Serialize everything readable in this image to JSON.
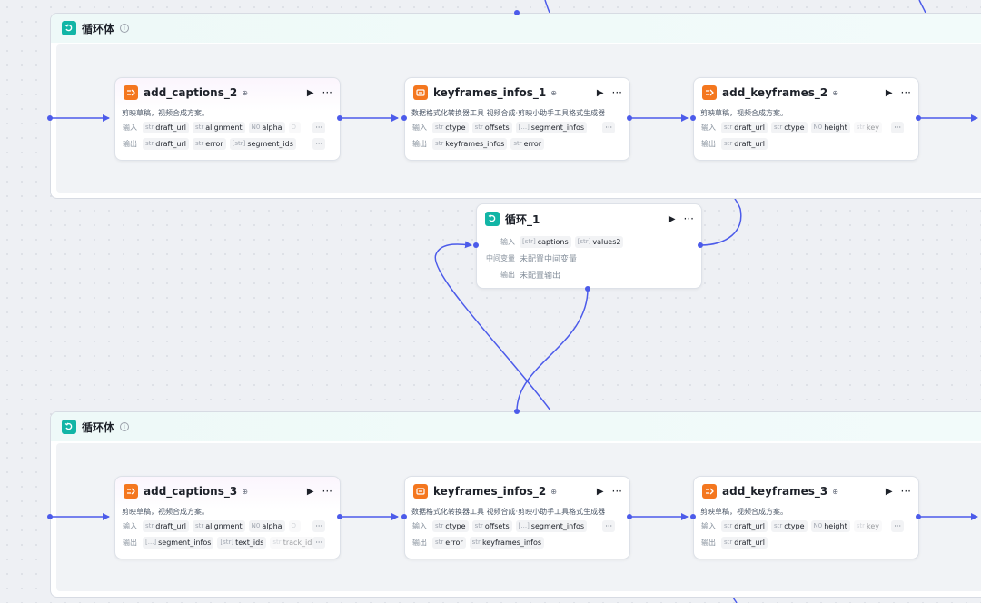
{
  "loop_bodies": [
    {
      "title": "循环体"
    },
    {
      "title": "循环体"
    }
  ],
  "nodes": {
    "add_captions_2": {
      "title": "add_captions_2",
      "desc": "剪映草稿，视频合成方案。",
      "input_label": "输入",
      "output_label": "输出",
      "inputs": [
        {
          "type": "str",
          "name": "draft_url"
        },
        {
          "type": "str",
          "name": "alignment"
        },
        {
          "type": "N0",
          "name": "alpha"
        },
        {
          "type": "O",
          "name": ""
        }
      ],
      "outputs": [
        {
          "type": "str",
          "name": "draft_url"
        },
        {
          "type": "str",
          "name": "error"
        },
        {
          "type": "[str]",
          "name": "segment_ids"
        }
      ]
    },
    "keyframes_infos_1": {
      "title": "keyframes_infos_1",
      "desc": "数据格式化转换器工具 视频合成·剪映小助手工具格式生成器",
      "input_label": "输入",
      "output_label": "输出",
      "inputs": [
        {
          "type": "str",
          "name": "ctype"
        },
        {
          "type": "str",
          "name": "offsets"
        },
        {
          "type": "[...]",
          "name": "segment_infos"
        }
      ],
      "outputs": [
        {
          "type": "str",
          "name": "keyframes_infos"
        },
        {
          "type": "str",
          "name": "error"
        }
      ]
    },
    "add_keyframes_2": {
      "title": "add_keyframes_2",
      "desc": "剪映草稿，视频合成方案。",
      "input_label": "输入",
      "output_label": "输出",
      "inputs": [
        {
          "type": "str",
          "name": "draft_url"
        },
        {
          "type": "str",
          "name": "ctype"
        },
        {
          "type": "N0",
          "name": "height"
        },
        {
          "type": "str",
          "name": "key"
        }
      ],
      "outputs": [
        {
          "type": "str",
          "name": "draft_url"
        }
      ]
    },
    "loop_1": {
      "title": "循环_1",
      "input_label": "输入",
      "mid_label": "中间变量",
      "output_label": "输出",
      "inputs": [
        {
          "type": "[str]",
          "name": "captions"
        },
        {
          "type": "[str]",
          "name": "values2"
        }
      ],
      "mid_value": "未配置中间变量",
      "output_value": "未配置输出"
    },
    "add_captions_3": {
      "title": "add_captions_3",
      "desc": "剪映草稿，视频合成方案。",
      "input_label": "输入",
      "output_label": "输出",
      "inputs": [
        {
          "type": "str",
          "name": "draft_url"
        },
        {
          "type": "str",
          "name": "alignment"
        },
        {
          "type": "N0",
          "name": "alpha"
        },
        {
          "type": "O",
          "name": ""
        }
      ],
      "outputs": [
        {
          "type": "[...]",
          "name": "segment_infos"
        },
        {
          "type": "[str]",
          "name": "text_ids"
        },
        {
          "type": "str",
          "name": "track_id"
        }
      ]
    },
    "keyframes_infos_2": {
      "title": "keyframes_infos_2",
      "desc": "数据格式化转换器工具 视频合成·剪映小助手工具格式生成器",
      "input_label": "输入",
      "output_label": "输出",
      "inputs": [
        {
          "type": "str",
          "name": "ctype"
        },
        {
          "type": "str",
          "name": "offsets"
        },
        {
          "type": "[...]",
          "name": "segment_infos"
        }
      ],
      "outputs": [
        {
          "type": "str",
          "name": "error"
        },
        {
          "type": "str",
          "name": "keyframes_infos"
        }
      ]
    },
    "add_keyframes_3": {
      "title": "add_keyframes_3",
      "desc": "剪映草稿，视频合成方案。",
      "input_label": "输入",
      "output_label": "输出",
      "inputs": [
        {
          "type": "str",
          "name": "draft_url"
        },
        {
          "type": "str",
          "name": "ctype"
        },
        {
          "type": "N0",
          "name": "height"
        },
        {
          "type": "str",
          "name": "key"
        }
      ],
      "outputs": [
        {
          "type": "str",
          "name": "draft_url"
        }
      ]
    }
  },
  "ui": {
    "more": "···",
    "play": "▶",
    "info": "i",
    "plug": "⊕"
  },
  "colors": {
    "edge": "#4c5bea",
    "orange_icon": "#f4771f",
    "teal_icon": "#12b5a6"
  }
}
